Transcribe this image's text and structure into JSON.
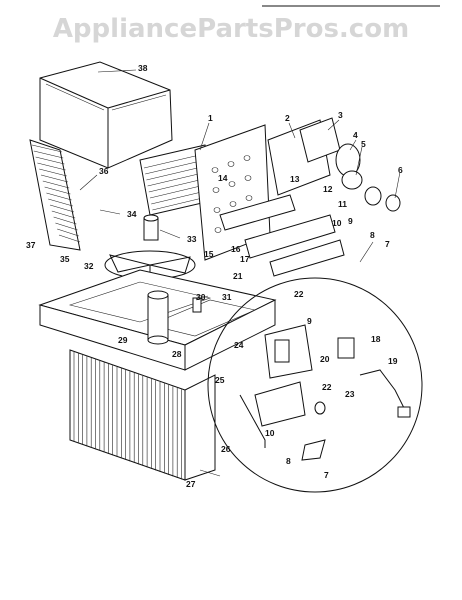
{
  "watermark": "AppliancePartsPros.com",
  "part_labels": [
    "1",
    "2",
    "3",
    "4",
    "5",
    "6",
    "7",
    "8",
    "9",
    "10",
    "11",
    "12",
    "13",
    "14",
    "15",
    "16",
    "17",
    "21",
    "22",
    "30",
    "31",
    "32",
    "33",
    "34",
    "35",
    "36",
    "37",
    "38",
    "29",
    "28",
    "24",
    "25",
    "26",
    "27",
    "9",
    "18",
    "19",
    "20",
    "22",
    "23",
    "10",
    "8",
    "7"
  ],
  "colors": {
    "ink": "#111111",
    "watermark": "#d6d6d6",
    "background": "#ffffff"
  }
}
